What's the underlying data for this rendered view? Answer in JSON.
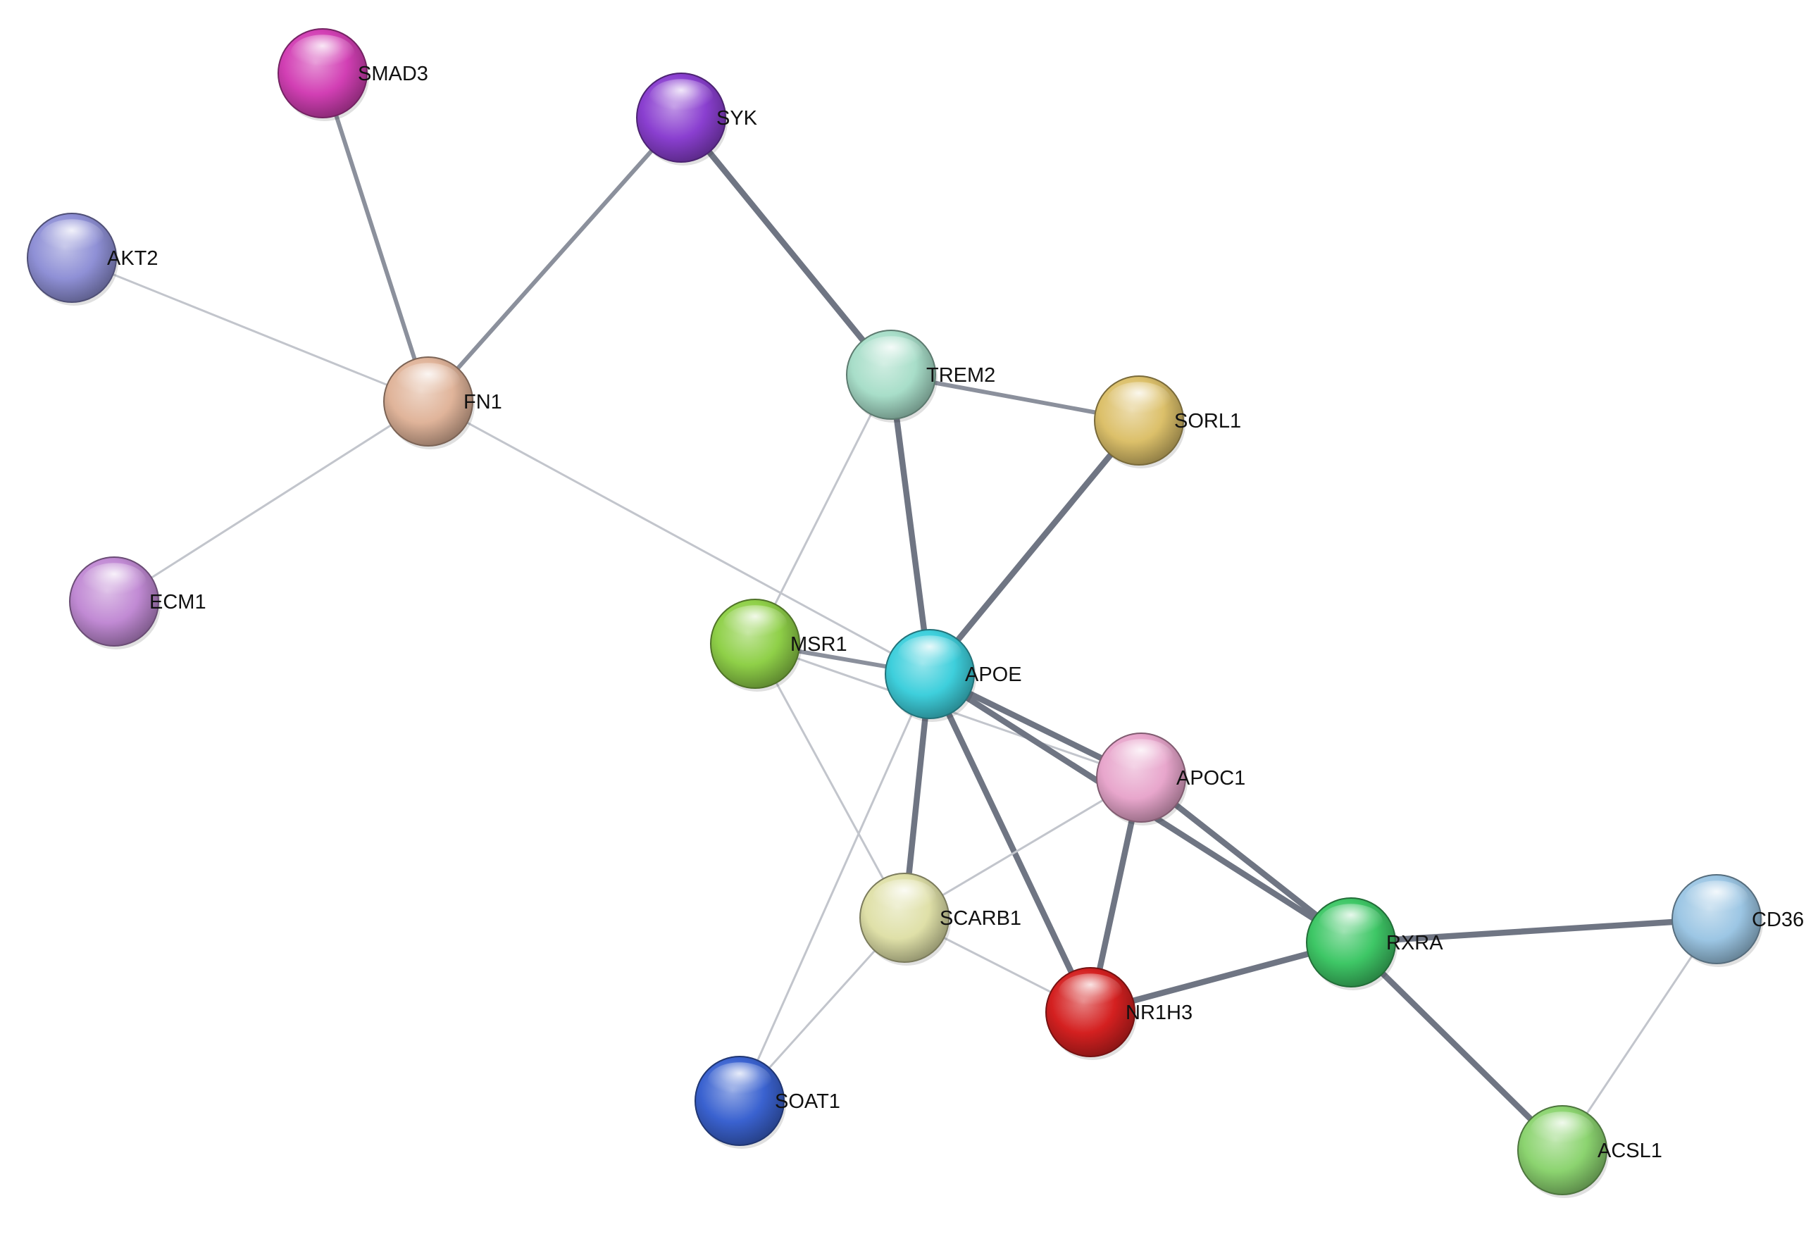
{
  "network": {
    "nodes": [
      {
        "id": "SMAD3",
        "label": "SMAD3",
        "color": "#d23fb4"
      },
      {
        "id": "SYK",
        "label": "SYK",
        "color": "#8a3fd0"
      },
      {
        "id": "AKT2",
        "label": "AKT2",
        "color": "#8f90d6"
      },
      {
        "id": "FN1",
        "label": "FN1",
        "color": "#e0b49a"
      },
      {
        "id": "ECM1",
        "label": "ECM1",
        "color": "#c18ad4"
      },
      {
        "id": "TREM2",
        "label": "TREM2",
        "color": "#a8dec9"
      },
      {
        "id": "SORL1",
        "label": "SORL1",
        "color": "#dcc06a"
      },
      {
        "id": "MSR1",
        "label": "MSR1",
        "color": "#8fd048"
      },
      {
        "id": "APOE",
        "label": "APOE",
        "color": "#3ecfdc"
      },
      {
        "id": "APOC1",
        "label": "APOC1",
        "color": "#e8a6cc"
      },
      {
        "id": "SCARB1",
        "label": "SCARB1",
        "color": "#dfe0a8"
      },
      {
        "id": "RXRA",
        "label": "RXRA",
        "color": "#3ec766"
      },
      {
        "id": "CD36",
        "label": "CD36",
        "color": "#9cc6e4"
      },
      {
        "id": "NR1H3",
        "label": "NR1H3",
        "color": "#d42020"
      },
      {
        "id": "SOAT1",
        "label": "SOAT1",
        "color": "#3a62d0"
      },
      {
        "id": "ACSL1",
        "label": "ACSL1",
        "color": "#8cd470"
      }
    ],
    "edges": [
      {
        "source": "SMAD3",
        "target": "FN1",
        "strength": 2
      },
      {
        "source": "SYK",
        "target": "FN1",
        "strength": 2
      },
      {
        "source": "SYK",
        "target": "TREM2",
        "strength": 3
      },
      {
        "source": "AKT2",
        "target": "FN1",
        "strength": 1
      },
      {
        "source": "ECM1",
        "target": "FN1",
        "strength": 1
      },
      {
        "source": "FN1",
        "target": "APOE",
        "strength": 1
      },
      {
        "source": "TREM2",
        "target": "SORL1",
        "strength": 2
      },
      {
        "source": "TREM2",
        "target": "APOE",
        "strength": 3
      },
      {
        "source": "TREM2",
        "target": "MSR1",
        "strength": 1
      },
      {
        "source": "SORL1",
        "target": "APOE",
        "strength": 3
      },
      {
        "source": "MSR1",
        "target": "APOE",
        "strength": 2
      },
      {
        "source": "MSR1",
        "target": "APOC1",
        "strength": 1
      },
      {
        "source": "MSR1",
        "target": "SCARB1",
        "strength": 1
      },
      {
        "source": "APOE",
        "target": "APOC1",
        "strength": 3
      },
      {
        "source": "APOE",
        "target": "SCARB1",
        "strength": 3
      },
      {
        "source": "APOE",
        "target": "NR1H3",
        "strength": 3
      },
      {
        "source": "APOE",
        "target": "RXRA",
        "strength": 3
      },
      {
        "source": "APOE",
        "target": "SOAT1",
        "strength": 1
      },
      {
        "source": "APOC1",
        "target": "SCARB1",
        "strength": 1
      },
      {
        "source": "APOC1",
        "target": "NR1H3",
        "strength": 3
      },
      {
        "source": "APOC1",
        "target": "RXRA",
        "strength": 3
      },
      {
        "source": "SCARB1",
        "target": "NR1H3",
        "strength": 1
      },
      {
        "source": "SCARB1",
        "target": "SOAT1",
        "strength": 1
      },
      {
        "source": "NR1H3",
        "target": "RXRA",
        "strength": 3
      },
      {
        "source": "RXRA",
        "target": "CD36",
        "strength": 3
      },
      {
        "source": "RXRA",
        "target": "ACSL1",
        "strength": 3
      },
      {
        "source": "CD36",
        "target": "ACSL1",
        "strength": 1
      }
    ]
  }
}
